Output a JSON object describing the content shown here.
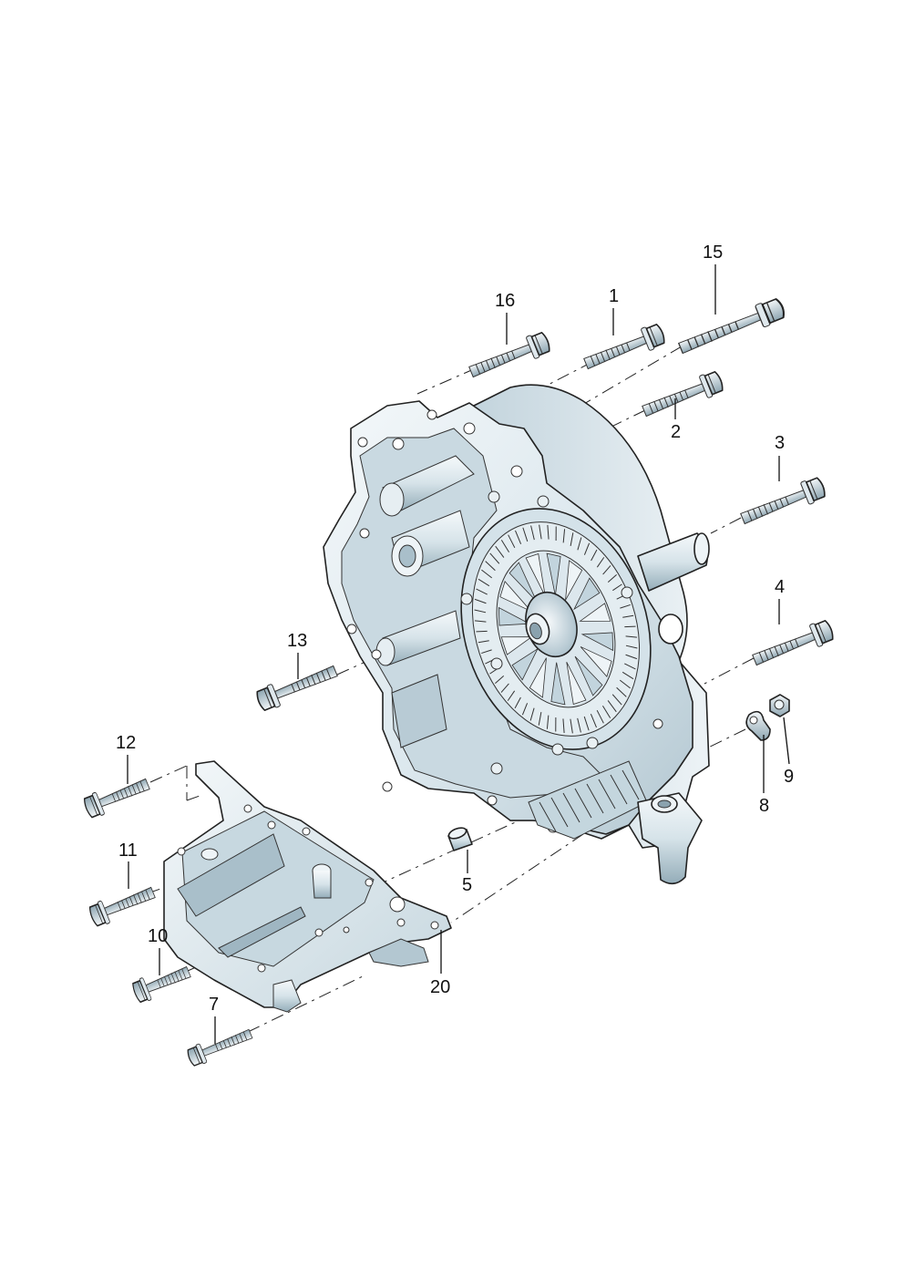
{
  "diagram": {
    "callouts": {
      "c1": "1",
      "c2": "2",
      "c3": "3",
      "c4": "4",
      "c5": "5",
      "c7": "7",
      "c8": "8",
      "c9": "9",
      "c10": "10",
      "c11": "11",
      "c12": "12",
      "c13": "13",
      "c15": "15",
      "c16": "16",
      "c20": "20"
    },
    "colors": {
      "housing_light": "#eef4f7",
      "housing_mid": "#cddde5",
      "housing_dark": "#9fb6c2",
      "bolt_light": "#e9f0f3",
      "bolt_dark": "#8aa2ae",
      "line": "#222222"
    }
  }
}
